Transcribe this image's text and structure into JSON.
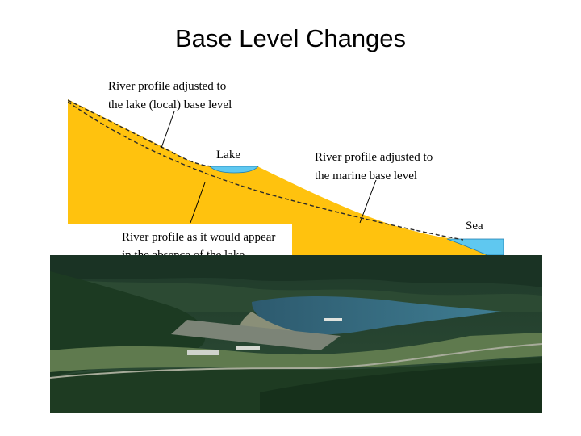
{
  "title": "Base Level Changes",
  "diagram": {
    "label_lake_profile": [
      "River profile adjusted to",
      "the lake (local) base level"
    ],
    "label_lake": "Lake",
    "label_marine_profile": [
      "River profile adjusted to",
      "the marine base level"
    ],
    "label_sea": "Sea",
    "label_absence": [
      "River profile as it would appear",
      "in the absence of the lake"
    ],
    "colors": {
      "land": "#FFC20E",
      "water": "#5FC8F0"
    }
  },
  "photo": {
    "description_icon": "reservoir-dam-aerial-photo"
  }
}
